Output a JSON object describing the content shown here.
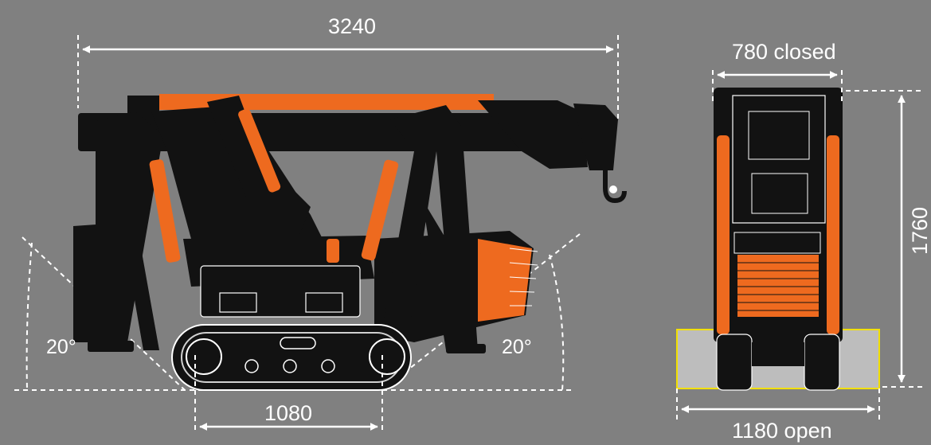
{
  "dimensions": {
    "overall_length": "3240",
    "track_length": "1080",
    "width_closed": "780 closed",
    "width_open": "1180 open",
    "height": "1760"
  },
  "angles": {
    "front": "20°",
    "rear": "20°"
  },
  "colors": {
    "background": "#808080",
    "machine": "#121212",
    "accent": "#EE6A1F",
    "outline": "#ffffff",
    "outrigger_pad": "#BDBDBD",
    "outrigger_outline": "#F2E000"
  }
}
